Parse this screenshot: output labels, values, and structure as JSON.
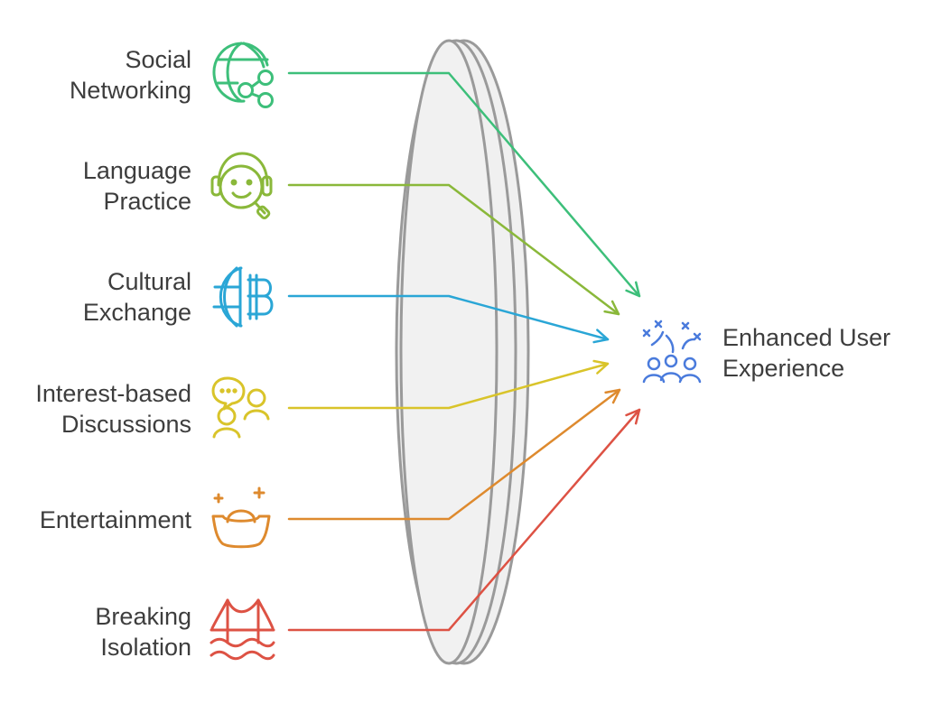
{
  "inputs": [
    {
      "lines": [
        "Social",
        "Networking"
      ],
      "icon": "globe-network-icon",
      "color": "#3dbf7a"
    },
    {
      "lines": [
        "Language",
        "Practice"
      ],
      "icon": "headset-smile-icon",
      "color": "#8ab83a"
    },
    {
      "lines": [
        "Cultural",
        "Exchange"
      ],
      "icon": "globe-currency-icon",
      "color": "#2aa6d6"
    },
    {
      "lines": [
        "Interest-based",
        "Discussions"
      ],
      "icon": "chat-people-icon",
      "color": "#d9c42a"
    },
    {
      "lines": [
        "Entertainment"
      ],
      "icon": "gold-ingot-icon",
      "color": "#de8a2e"
    },
    {
      "lines": [
        "Breaking",
        "Isolation"
      ],
      "icon": "bridge-icon",
      "color": "#dd5244"
    }
  ],
  "output": {
    "lines": [
      "Enhanced User",
      "Experience"
    ],
    "icon": "celebrating-group-icon",
    "color": "#4a7bdc"
  },
  "lens_color": "#9a9a9a"
}
